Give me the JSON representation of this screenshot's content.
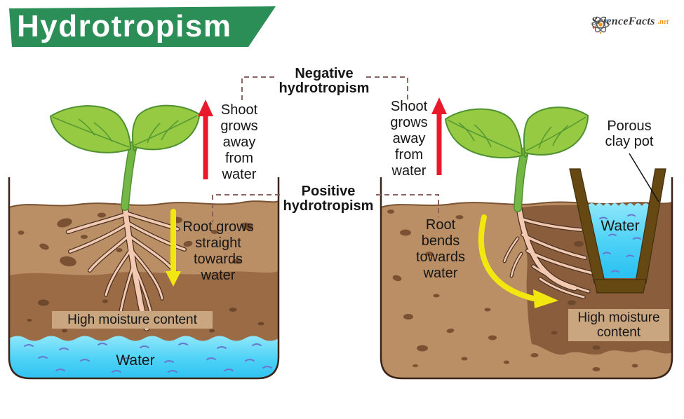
{
  "title": "Hydrotropism",
  "logo": {
    "name": "ScienceFacts",
    "tld": ".net"
  },
  "labels": {
    "negative": "Negative\nhydrotropism",
    "positive": "Positive\nhydrotropism",
    "shoot_left": "Shoot\ngrows\naway\nfrom\nwater",
    "shoot_right": "Shoot\ngrows\naway\nfrom\nwater",
    "root_left": "Root grows\nstraight\ntowards\nwater",
    "root_right": "Root\nbends\ntowards\nwater",
    "high_moisture_left": "High moisture content",
    "high_moisture_right": "High moisture\ncontent",
    "water_left": "Water",
    "water_pot": "Water",
    "porous_clay_pot": "Porous\nclay pot"
  },
  "colors": {
    "banner_green": "#2b8e57",
    "arrow_red": "#e8192b",
    "arrow_yellow": "#f3e712",
    "soil_light": "#bb8f66",
    "soil_dark": "#9a6b45",
    "soil_wet": "#8a5e3c",
    "soil_spot": "#7a5233",
    "soil_spot_dark": "#6e482c",
    "water_light": "#8ee7fa",
    "water_deep": "#29c0f1",
    "water_ripple": "#6a78d0",
    "pot_brown": "#654812",
    "root_pink": "#f3c9b1",
    "leaf_green": "#96ca43",
    "stem_green": "#74b746",
    "dashed_connector": "#8b635c",
    "label_box": "#c9a67f",
    "logo_orange": "#f7941d",
    "text": "#161616"
  }
}
